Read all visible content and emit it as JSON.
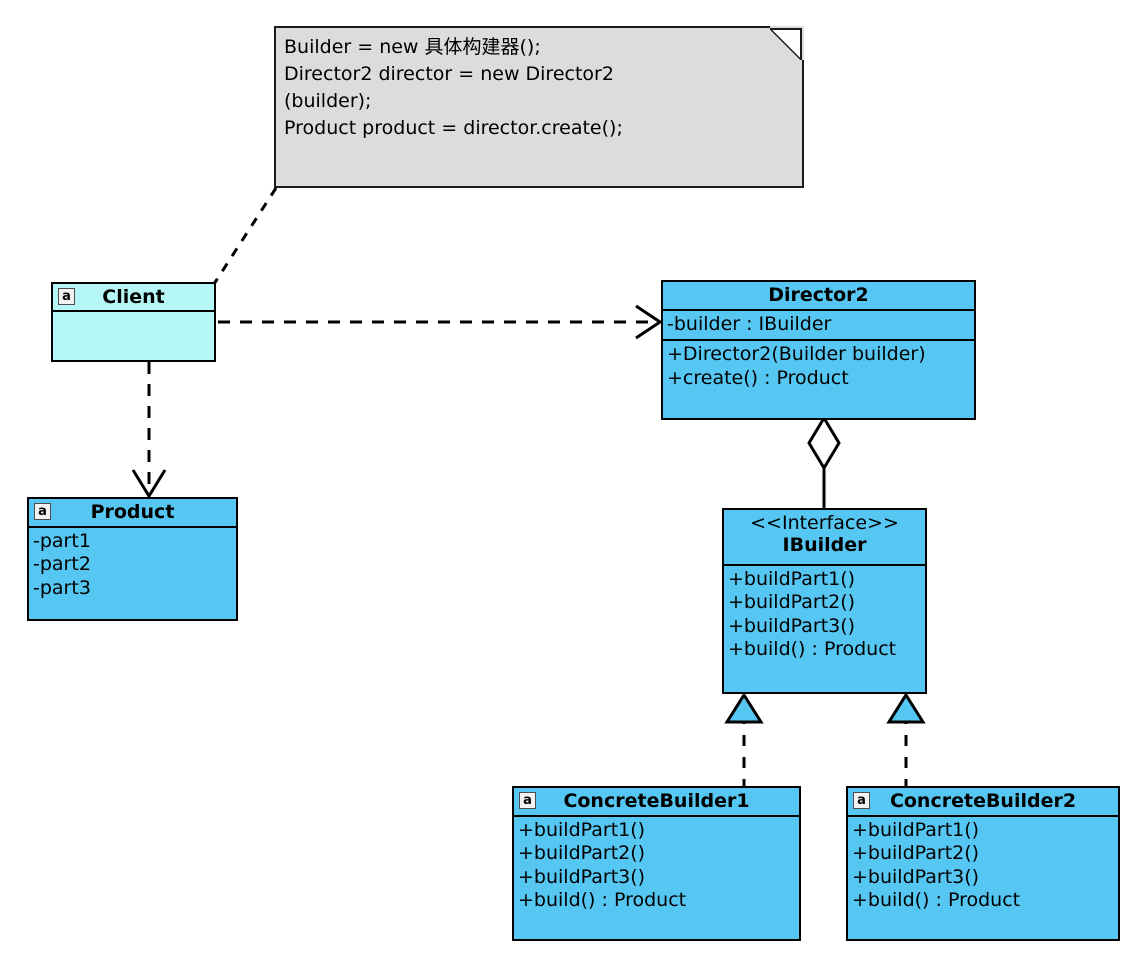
{
  "diagram": {
    "title": "Builder Pattern UML Class Diagram",
    "colors": {
      "class_fill": "#55c7f2",
      "client_fill": "#b5f7f7",
      "note_fill": "#dcdcdc",
      "stroke": "#000000",
      "background": "#ffffff"
    }
  },
  "note": {
    "icon": "note-fold-icon",
    "lines": [
      "Builder = new 具体构建器();",
      "Director2 director = new Director2",
      "(builder);",
      "Product product = director.create();"
    ]
  },
  "classes": {
    "client": {
      "icon": "class-marker-a-icon",
      "name": "Client",
      "attributes": [],
      "operations": []
    },
    "product": {
      "icon": "class-marker-a-icon",
      "name": "Product",
      "attributes": [
        "-part1",
        "-part2",
        "-part3"
      ],
      "operations": []
    },
    "director2": {
      "icon": null,
      "name": "Director2",
      "attributes": [
        "-builder : IBuilder"
      ],
      "operations": [
        "+Director2(Builder builder)",
        "+create() : Product"
      ]
    },
    "ibuilder": {
      "icon": null,
      "stereotype": "<<Interface>>",
      "name": "IBuilder",
      "attributes": [],
      "operations": [
        "+buildPart1()",
        "+buildPart2()",
        "+buildPart3()",
        "+build() : Product"
      ]
    },
    "concrete_builder_1": {
      "icon": "class-marker-a-icon",
      "name": "ConcreteBuilder1",
      "attributes": [],
      "operations": [
        "+buildPart1()",
        "+buildPart2()",
        "+buildPart3()",
        "+build() : Product"
      ]
    },
    "concrete_builder_2": {
      "icon": "class-marker-a-icon",
      "name": "ConcreteBuilder2",
      "attributes": [],
      "operations": [
        "+buildPart1()",
        "+buildPart2()",
        "+buildPart3()",
        "+build() : Product"
      ]
    }
  },
  "connectors": [
    {
      "name": "note-anchor",
      "from": "note",
      "to": "client",
      "style": "dashed",
      "arrow": "none"
    },
    {
      "name": "client-uses-director2",
      "from": "client",
      "to": "director2",
      "style": "dashed",
      "arrow": "open"
    },
    {
      "name": "client-creates-product",
      "from": "client",
      "to": "product",
      "style": "dashed",
      "arrow": "open"
    },
    {
      "name": "director2-aggregates-ibuilder",
      "from": "director2",
      "to": "ibuilder",
      "style": "solid",
      "arrow": "hollow-diamond"
    },
    {
      "name": "concretebuilder1-realizes-ibuilder",
      "from": "concrete_builder_1",
      "to": "ibuilder",
      "style": "dashed",
      "arrow": "hollow-triangle"
    },
    {
      "name": "concretebuilder2-realizes-ibuilder",
      "from": "concrete_builder_2",
      "to": "ibuilder",
      "style": "dashed",
      "arrow": "hollow-triangle"
    }
  ],
  "class_marker_glyph": "a"
}
